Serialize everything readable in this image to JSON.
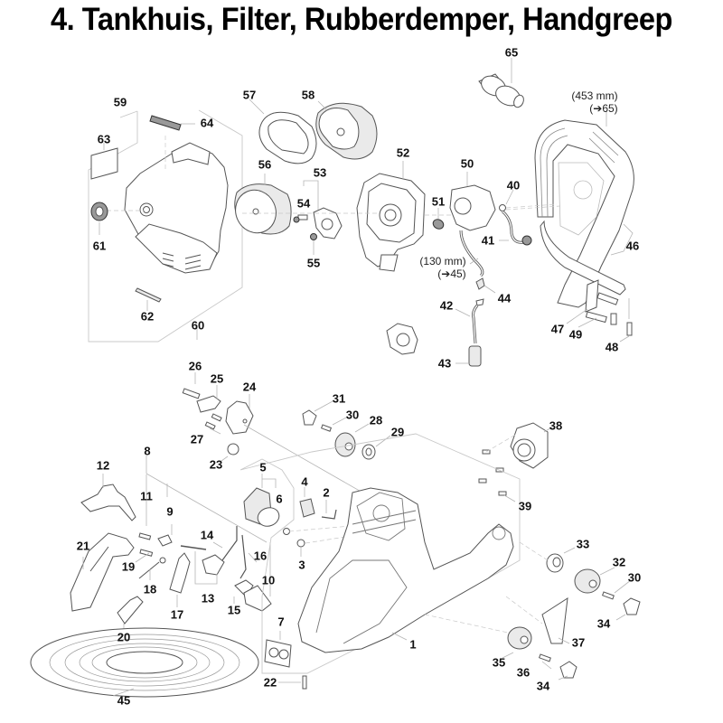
{
  "title": "4. Tankhuis, Filter, Rubberdemper, Handgreep",
  "notes": [
    {
      "id": "note-handle-length",
      "line1": "(453 mm)",
      "line2": "(➔65)"
    },
    {
      "id": "note-hose-length",
      "line1": "(130 mm)",
      "line2": "(➔45)"
    }
  ],
  "callouts": [
    {
      "label": "65"
    },
    {
      "label": "59"
    },
    {
      "label": "64"
    },
    {
      "label": "63"
    },
    {
      "label": "57"
    },
    {
      "label": "58"
    },
    {
      "label": "52"
    },
    {
      "label": "56"
    },
    {
      "label": "53"
    },
    {
      "label": "54"
    },
    {
      "label": "55"
    },
    {
      "label": "61"
    },
    {
      "label": "62"
    },
    {
      "label": "60"
    },
    {
      "label": "50"
    },
    {
      "label": "51"
    },
    {
      "label": "40"
    },
    {
      "label": "41"
    },
    {
      "label": "46"
    },
    {
      "label": "44"
    },
    {
      "label": "42"
    },
    {
      "label": "43"
    },
    {
      "label": "47"
    },
    {
      "label": "49"
    },
    {
      "label": "48"
    },
    {
      "label": "26"
    },
    {
      "label": "25"
    },
    {
      "label": "24"
    },
    {
      "label": "27"
    },
    {
      "label": "23"
    },
    {
      "label": "31"
    },
    {
      "label": "30"
    },
    {
      "label": "28"
    },
    {
      "label": "29"
    },
    {
      "label": "38"
    },
    {
      "label": "39"
    },
    {
      "label": "8"
    },
    {
      "label": "12"
    },
    {
      "label": "11"
    },
    {
      "label": "9"
    },
    {
      "label": "5"
    },
    {
      "label": "6"
    },
    {
      "label": "4"
    },
    {
      "label": "2"
    },
    {
      "label": "14"
    },
    {
      "label": "16"
    },
    {
      "label": "10"
    },
    {
      "label": "21"
    },
    {
      "label": "19"
    },
    {
      "label": "18"
    },
    {
      "label": "13"
    },
    {
      "label": "3"
    },
    {
      "label": "17"
    },
    {
      "label": "15"
    },
    {
      "label": "20"
    },
    {
      "label": "33"
    },
    {
      "label": "32"
    },
    {
      "label": "30"
    },
    {
      "label": "34"
    },
    {
      "label": "37"
    },
    {
      "label": "7"
    },
    {
      "label": "1"
    },
    {
      "label": "35"
    },
    {
      "label": "36"
    },
    {
      "label": "34"
    },
    {
      "label": "22"
    },
    {
      "label": "45"
    }
  ]
}
